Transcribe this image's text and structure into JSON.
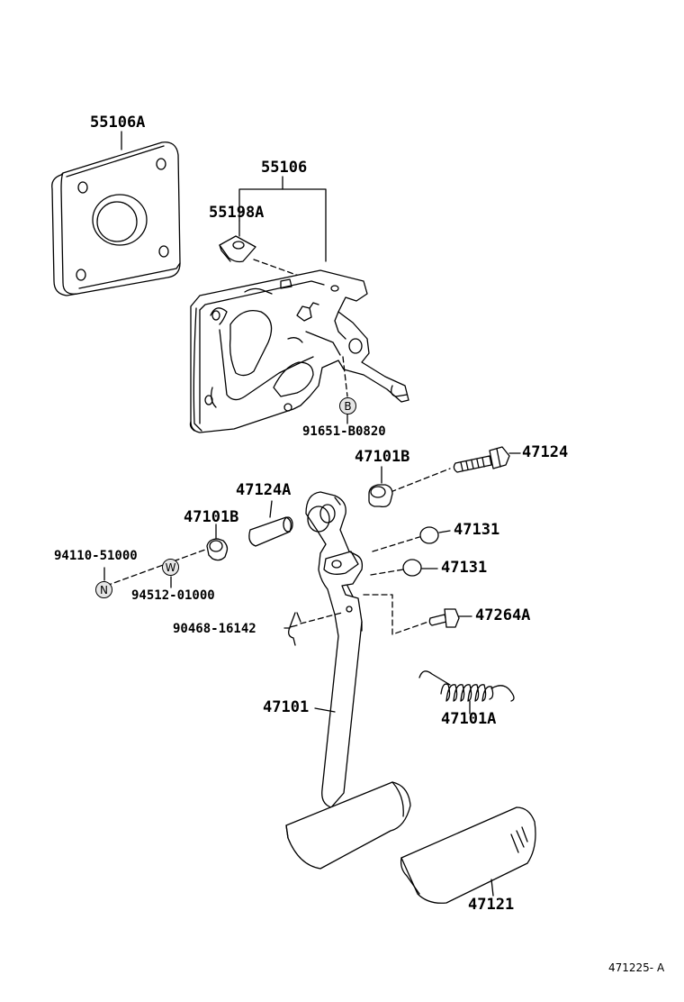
{
  "parts": [
    {
      "id": "p1",
      "label": "55106A"
    },
    {
      "id": "p2",
      "label": "55106"
    },
    {
      "id": "p3",
      "label": "55198A"
    },
    {
      "id": "p4",
      "label": "91651-B0820"
    },
    {
      "id": "p5",
      "label": "47101B"
    },
    {
      "id": "p6",
      "label": "47124"
    },
    {
      "id": "p7",
      "label": "47124A"
    },
    {
      "id": "p8",
      "label": "47101B"
    },
    {
      "id": "p9",
      "label": "47131"
    },
    {
      "id": "p10",
      "label": "47131"
    },
    {
      "id": "p11",
      "label": "94110-51000"
    },
    {
      "id": "p12",
      "label": "94512-01000"
    },
    {
      "id": "p13",
      "label": "47264A"
    },
    {
      "id": "p14",
      "label": "90468-16142"
    },
    {
      "id": "p15",
      "label": "47101"
    },
    {
      "id": "p16",
      "label": "47101A"
    },
    {
      "id": "p17",
      "label": "47121"
    }
  ],
  "markers": {
    "b": "B",
    "w": "W",
    "n": "N"
  },
  "reference": "471225- A"
}
